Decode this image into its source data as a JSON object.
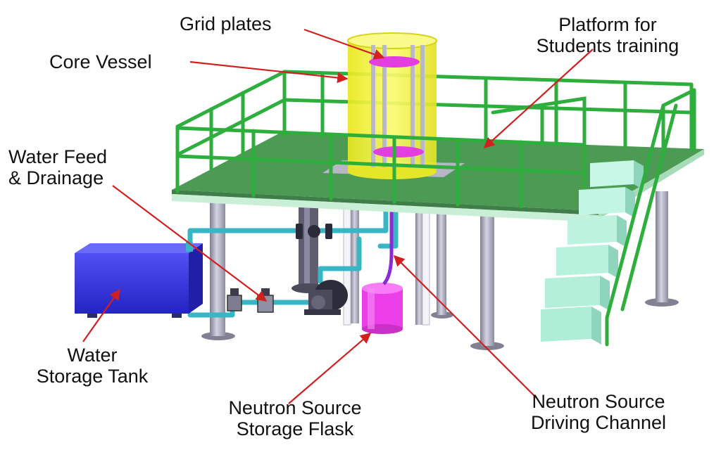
{
  "labels": {
    "grid_plates": "Grid plates",
    "core_vessel": "Core Vessel",
    "platform": [
      "Platform for",
      "Students training"
    ],
    "water_feed": [
      "Water Feed",
      "& Drainage"
    ],
    "water_tank": [
      "Water",
      "Storage Tank"
    ],
    "flask": [
      "Neutron Source",
      "Storage Flask"
    ],
    "channel": [
      "Neutron Source",
      "Driving Channel"
    ]
  },
  "colors": {
    "railing": "#2eae3c",
    "railing_dark": "#1d7f2a",
    "deck": "#4d9a55",
    "deck_edge": "#c9efd6",
    "vessel": "#f2f230",
    "grid_plate": "#e33fe0",
    "tank": "#3a3ae8",
    "flask": "#ee3ff0",
    "pipe": "#39b6c5",
    "column": "#a8a8ba",
    "stairs": "#b7f3de",
    "arrow": "#d21f1f",
    "channel": "#8a2bd6"
  }
}
